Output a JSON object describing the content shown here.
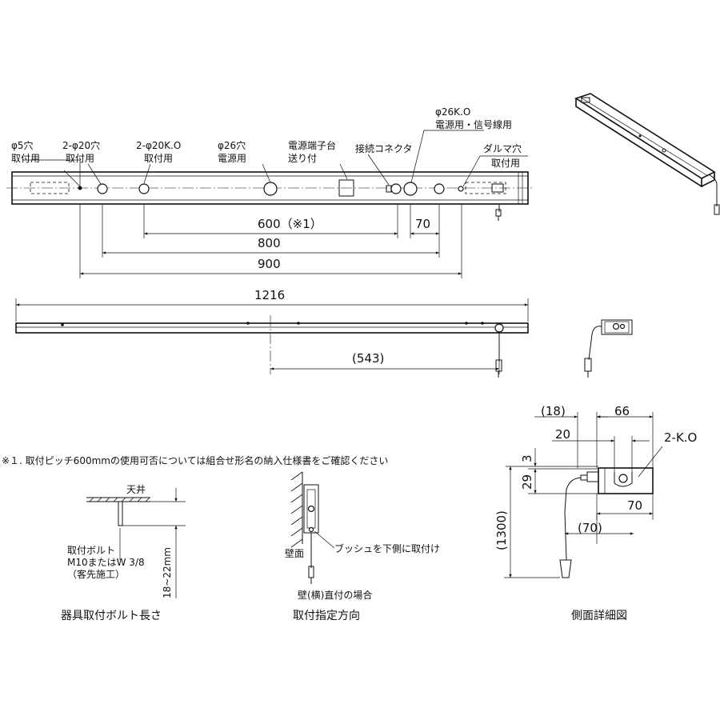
{
  "top_labels": {
    "phi5": "φ5穴",
    "phi5_use": "取付用",
    "phi20": "2-φ20穴",
    "phi20_use": "取付用",
    "phi20k": "2-φ20K.O",
    "phi20k_use": "取付用",
    "phi26": "φ26穴",
    "phi26_use": "電源用",
    "terminal": "電源端子台",
    "terminal_sub": "送り付",
    "connector": "接続コネクタ",
    "phi26k": "φ26K.O",
    "phi26k_use": "電源用・信号線用",
    "daruma": "ダルマ穴",
    "daruma_use": "取付用"
  },
  "dims_top": {
    "d600": "600（※1）",
    "d70": "70",
    "d800": "800",
    "d900": "900"
  },
  "dims_front": {
    "d1216": "1216",
    "d543": "(543)"
  },
  "note": "※１. 取付ピッチ600mmの使用可否については組合せ形名の納入仕様書をご確認ください",
  "bolt": {
    "ceiling": "天井",
    "bolt_label_1": "取付ボルト",
    "bolt_label_2": "M10またはW 3/8",
    "bolt_label_3": "（客先施工）",
    "length": "18~22mm",
    "caption": "器具取付ボルト長さ"
  },
  "direction": {
    "wall": "壁面",
    "bushing": "ブッシュを下側に取付け",
    "case": "壁(横)直付の場合",
    "caption": "取付指定方向"
  },
  "side": {
    "d18": "(18)",
    "d66": "66",
    "d20": "20",
    "d3": "3",
    "d29": "29",
    "ko": "2-K.O",
    "d70": "70",
    "d70p": "(70)",
    "d1300": "(1300)",
    "caption": "側面詳細図"
  }
}
